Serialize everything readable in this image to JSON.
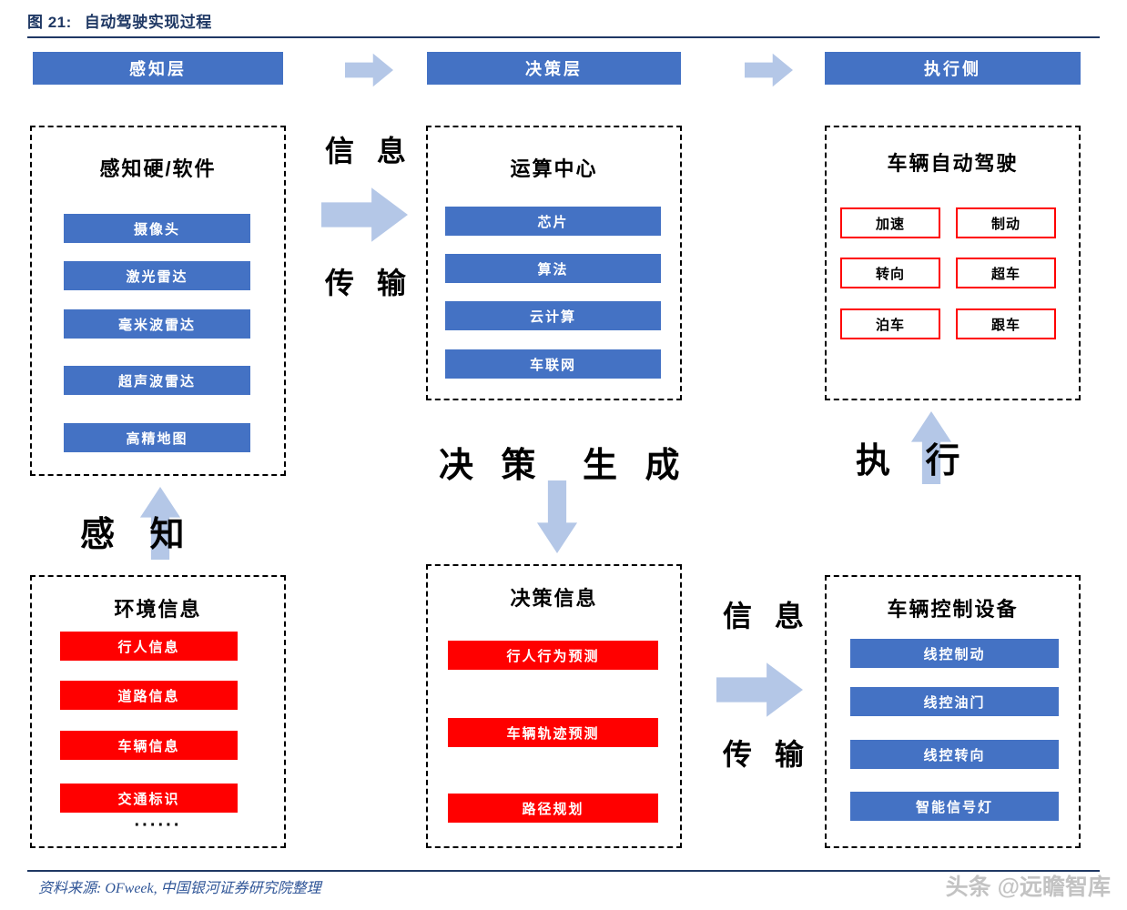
{
  "figure": {
    "number": "图 21:",
    "title": "自动驾驶实现过程"
  },
  "source": {
    "text": "资料来源:  OFweek,  中国银河证券研究院整理"
  },
  "watermark": {
    "text": "头条 @远瞻智库"
  },
  "colors": {
    "blue": "#4472c4",
    "light_blue_arrow": "#b4c7e7",
    "red": "#ff0000",
    "navy_text": "#1f3864"
  },
  "bands": [
    {
      "label": "感知层"
    },
    {
      "label": "决策层"
    },
    {
      "label": "执行侧"
    }
  ],
  "columns": {
    "perception": {
      "hw_sw": {
        "title": "感知硬/软件",
        "items": [
          "摄像头",
          "激光雷达",
          "毫米波雷达",
          "超声波雷达",
          "高精地图"
        ]
      },
      "environment": {
        "title": "环境信息",
        "items": [
          "行人信息",
          "道路信息",
          "车辆信息",
          "交通标识"
        ],
        "more": "······"
      },
      "arrow_label": "感  知"
    },
    "decision": {
      "compute": {
        "title": "运算中心",
        "items": [
          "芯片",
          "算法",
          "云计算",
          "车联网"
        ]
      },
      "info": {
        "title": "决策信息",
        "items": [
          "行人行为预测",
          "车辆轨迹预测",
          "路径规划"
        ]
      },
      "arrow_label_left": "决 策",
      "arrow_label_right": "生 成"
    },
    "execution": {
      "auto_drive": {
        "title": "车辆自动驾驶",
        "items": [
          "加速",
          "制动",
          "转向",
          "超车",
          "泊车",
          "跟车"
        ]
      },
      "control_device": {
        "title": "车辆控制设备",
        "items": [
          "线控制动",
          "线控油门",
          "线控转向",
          "智能信号灯"
        ]
      },
      "arrow_label": "执    行"
    }
  },
  "flow_labels": {
    "top_info": "信 息",
    "top_transmit": "传 输",
    "bottom_info": "信 息",
    "bottom_transmit": "传 输"
  }
}
